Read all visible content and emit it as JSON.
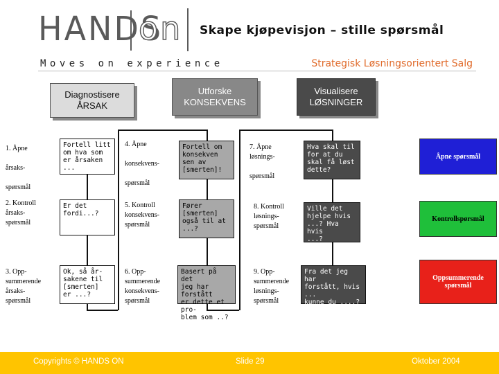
{
  "header": {
    "logo_word1": "HANDS",
    "logo_word2": "on",
    "title": "Skape kjøpevisjon – stille spørsmål",
    "tagline": "Moves on experience",
    "subtitle": "Strategisk Løsningsorientert Salg"
  },
  "columns": [
    {
      "label": "Diagnostisere\nÅRSAK"
    },
    {
      "label": "Utforske\nKONSEKVENS"
    },
    {
      "label": "Visualisere\nLØSNINGER"
    }
  ],
  "steps": {
    "s1_label": "1. Åpne\n\nårsaks-\n\nspørsmål",
    "s1_box": "Fortell litt\nom hva som\ner årsaken ...",
    "s2_label": "2. Kontroll\nårsaks-\nspørsmål",
    "s2_box": "Er det\nfordi...?",
    "s3_label": "3. Opp-\nsummerende\nårsaks-\nspørsmål",
    "s3_box": "Ok, så år-\nsakene til\n[smerten]\ner ...?",
    "s4_label": "4. Åpne\n\nkonsekvens-\n\nspørsmål",
    "s4_box": "Fortell om\nkonsekven\nsen av\n[smerten]!",
    "s5_label": "5. Kontroll\nkonsekvens-\nspørsmål",
    "s5_box": "Fører\n[smerten]\nogså til at\n...?",
    "s6_label": "6. Opp-\nsummerende\nkonsekvens-\nspørsmål",
    "s6_box": "Basert på det\njeg har forstått\ner dette et pro-\nblem som ..?",
    "s7_label": "7. Åpne\nløsnings-\n\nspørsmål",
    "s7_box": "Hva skal til\nfor at du\nskal få løst\ndette?",
    "s8_label": "8. Kontroll\nløsnings-\nspørsmål",
    "s8_box": "Ville det\nhjelpe hvis\n...? Hva hvis\n...?",
    "s9_label": "9. Opp-\nsummerende\nløsnings-\nspørsmål",
    "s9_box": "Fra det jeg har\nforstått, hvis ...\nkunne du ....?"
  },
  "legend": [
    {
      "label": "Åpne spørsmål",
      "color": "#1f1fd6"
    },
    {
      "label": "Kontrollspørsmål",
      "color": "#1fbf3a"
    },
    {
      "label": "Oppsummerende\nspørsmål",
      "color": "#e8211a"
    }
  ],
  "footer": {
    "copyright": "Copyrights © HANDS ON",
    "slide": "Slide 29",
    "date": "Oktober 2004",
    "color": "#ffc400"
  }
}
